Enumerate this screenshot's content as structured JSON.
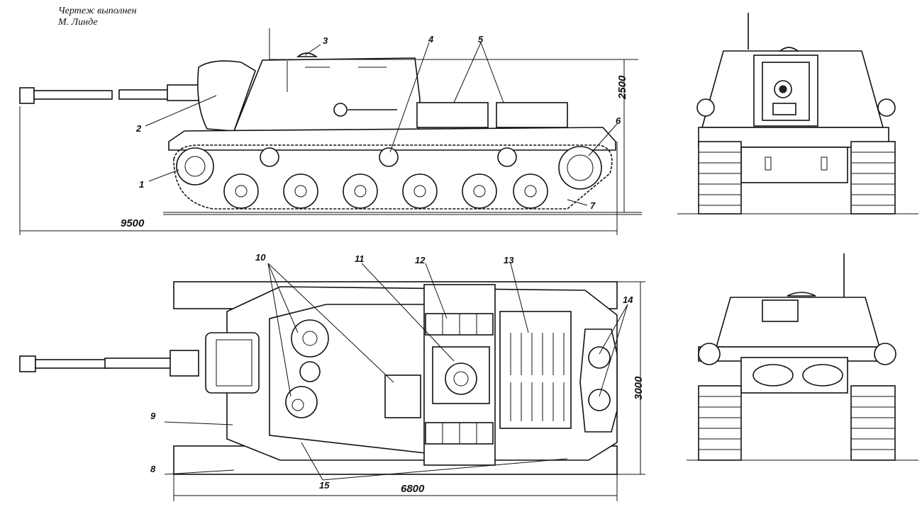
{
  "credit": {
    "line1": "Чертеж выполнен",
    "line2": "М. Линде"
  },
  "dimensions": {
    "side_length": "9500",
    "side_height": "2500",
    "top_length": "6800",
    "top_width": "3000"
  },
  "callouts": [
    "1",
    "2",
    "3",
    "4",
    "5",
    "6",
    "7",
    "8",
    "9",
    "10",
    "11",
    "12",
    "13",
    "14",
    "15"
  ],
  "views": [
    "side-view",
    "front-view",
    "top-view",
    "rear-view"
  ],
  "colors": {
    "ink": "#111111",
    "paper": "#ffffff"
  }
}
